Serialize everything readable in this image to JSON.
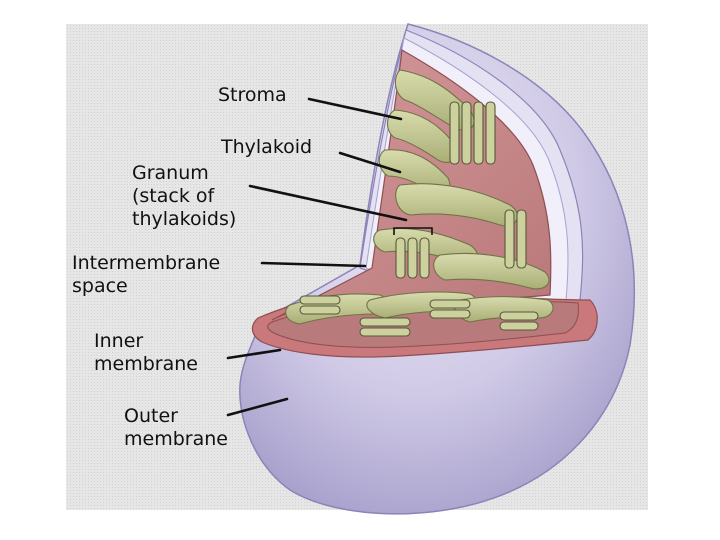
{
  "labels": {
    "stroma": "Stroma",
    "thylakoid": "Thylakoid",
    "granum_line1": "Granum",
    "granum_line2": "(stack of",
    "granum_line3": "thylakoids)",
    "intermembrane_line1": "Intermembrane",
    "intermembrane_line2": "space",
    "inner_line1": "Inner",
    "inner_line2": "membrane",
    "outer_line1": "Outer",
    "outer_line2": "membrane"
  },
  "colors": {
    "outer_membrane": "#c9c3e2",
    "outer_membrane_shadow": "#a79fcc",
    "intermembrane_space": "#eceaf6",
    "inner_membrane": "#c8787c",
    "stroma": "#c98d8f",
    "thylakoid": "#c3c894",
    "thylakoid_dark": "#8b8f5c",
    "leader_line": "#111111"
  }
}
